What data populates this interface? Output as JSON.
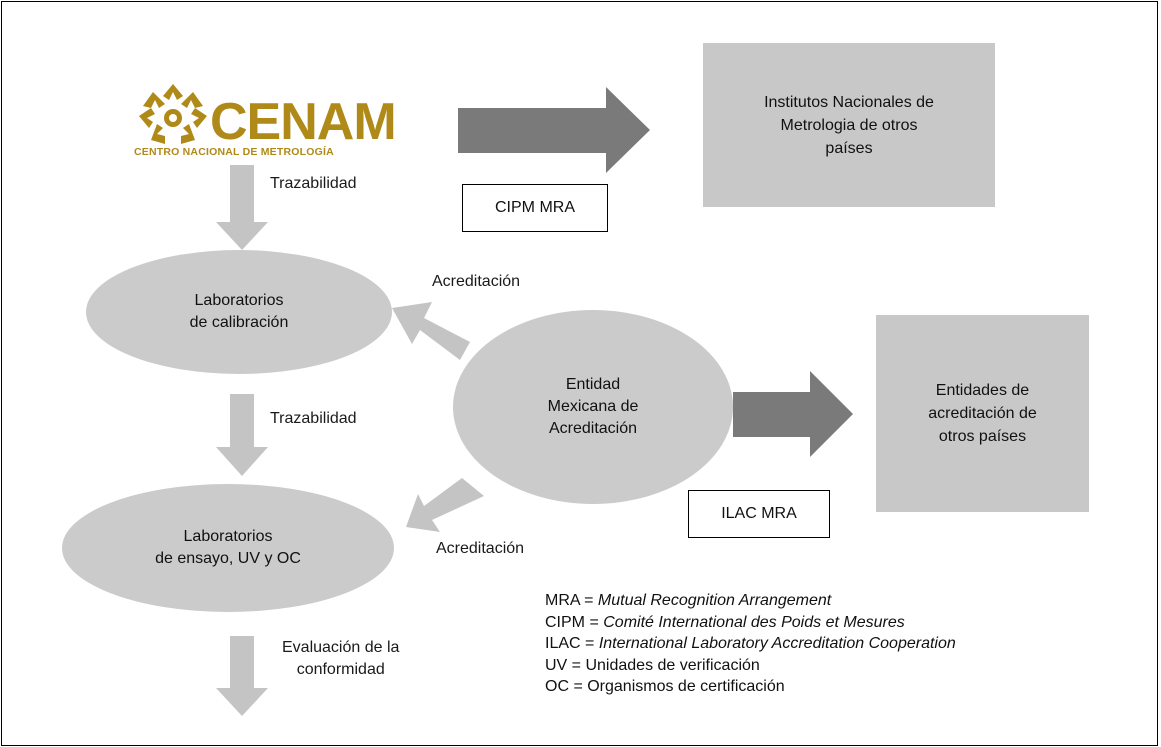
{
  "logo": {
    "name": "CENAM",
    "subtitle": "CENTRO NACIONAL DE METROLOGÍA",
    "color": "#b08a18"
  },
  "nodes": {
    "institutos": [
      "Institutos Nacionales de",
      "Metrologia de otros",
      "países"
    ],
    "lab_calibracion": [
      "Laboratorios",
      "de calibración"
    ],
    "entidad_mexicana": [
      "Entidad",
      "Mexicana de",
      "Acreditación"
    ],
    "entidades_otros": [
      "Entidades de",
      "acreditación de",
      "otros países"
    ],
    "lab_ensayo": [
      "Laboratorios",
      "de ensayo, UV y OC"
    ]
  },
  "tags": {
    "cipm": "CIPM MRA",
    "ilac": "ILAC MRA"
  },
  "edge_labels": {
    "trazabilidad_1": "Trazabilidad",
    "trazabilidad_2": "Trazabilidad",
    "acreditacion_1": "Acreditación",
    "acreditacion_2": "Acreditación",
    "evaluacion": [
      "Evaluación de la",
      "conformidad"
    ]
  },
  "legend": [
    {
      "abbr": "MRA = ",
      "text": "Mutual Recognition Arrangement",
      "italic": true
    },
    {
      "abbr": "CIPM = ",
      "text": "Comité International des Poids et Mesures",
      "italic": true
    },
    {
      "abbr": "ILAC = ",
      "text": "International Laboratory Accreditation Cooperation",
      "italic": true
    },
    {
      "abbr": "UV = ",
      "text": "Unidades de verificación",
      "italic": false
    },
    {
      "abbr": "OC = ",
      "text": "Organismos de certificación",
      "italic": false
    }
  ],
  "colors": {
    "box_fill": "#c8c8c8",
    "arrow_light": "#c4c4c4",
    "arrow_dark": "#7a7a7a"
  }
}
